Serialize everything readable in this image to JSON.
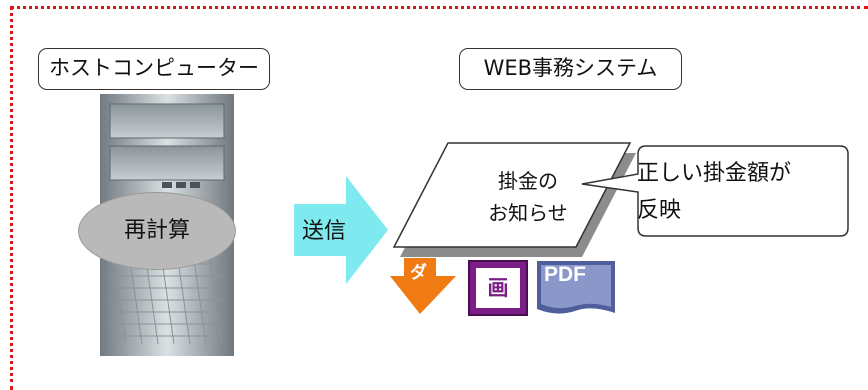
{
  "labels": {
    "host": "ホストコンピューター",
    "web": "WEB事務システム"
  },
  "host": {
    "process": "再計算"
  },
  "transfer": {
    "label": "送信"
  },
  "notice": {
    "line1": "掛金の",
    "line2": "お知らせ"
  },
  "callout": {
    "line1": "正しい掛金額が",
    "line2": "反映"
  },
  "icons": {
    "download_glyph": "ダ",
    "screen_glyph": "画",
    "pdf_text": "PDF"
  },
  "colors": {
    "frame": "#d81818",
    "send_arrow": "#7ee9ee",
    "download": "#f07b12",
    "screen": "#7b1f86",
    "pdf": "#4f5f9c"
  }
}
